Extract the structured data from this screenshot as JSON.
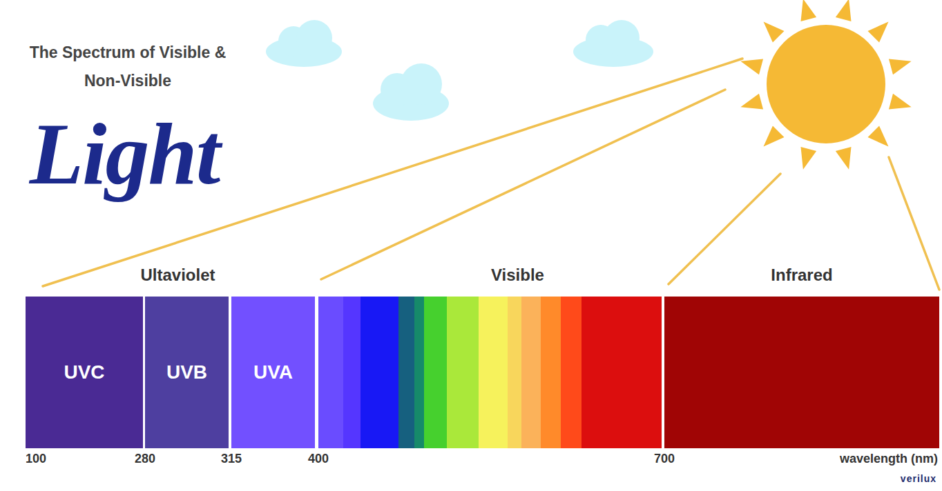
{
  "diagram": {
    "title": "The Spectrum of Visible & Non-Visible",
    "nodes": [
      {
        "text": [
          "Ultaviolet"
        ]
      },
      {
        "text": [
          "UVC"
        ],
        "in": 0
      },
      {
        "text": [
          "UVB"
        ],
        "in": 0
      },
      {
        "text": [
          "UVA"
        ],
        "in": 0
      },
      {
        "text": [
          "Visible"
        ]
      },
      {
        "text": [
          "Infrared"
        ]
      }
    ],
    "labels": [
      "Light",
      "100",
      "280",
      "315",
      "400",
      "700",
      "wavelength (nm)",
      "verilux"
    ]
  }
}
